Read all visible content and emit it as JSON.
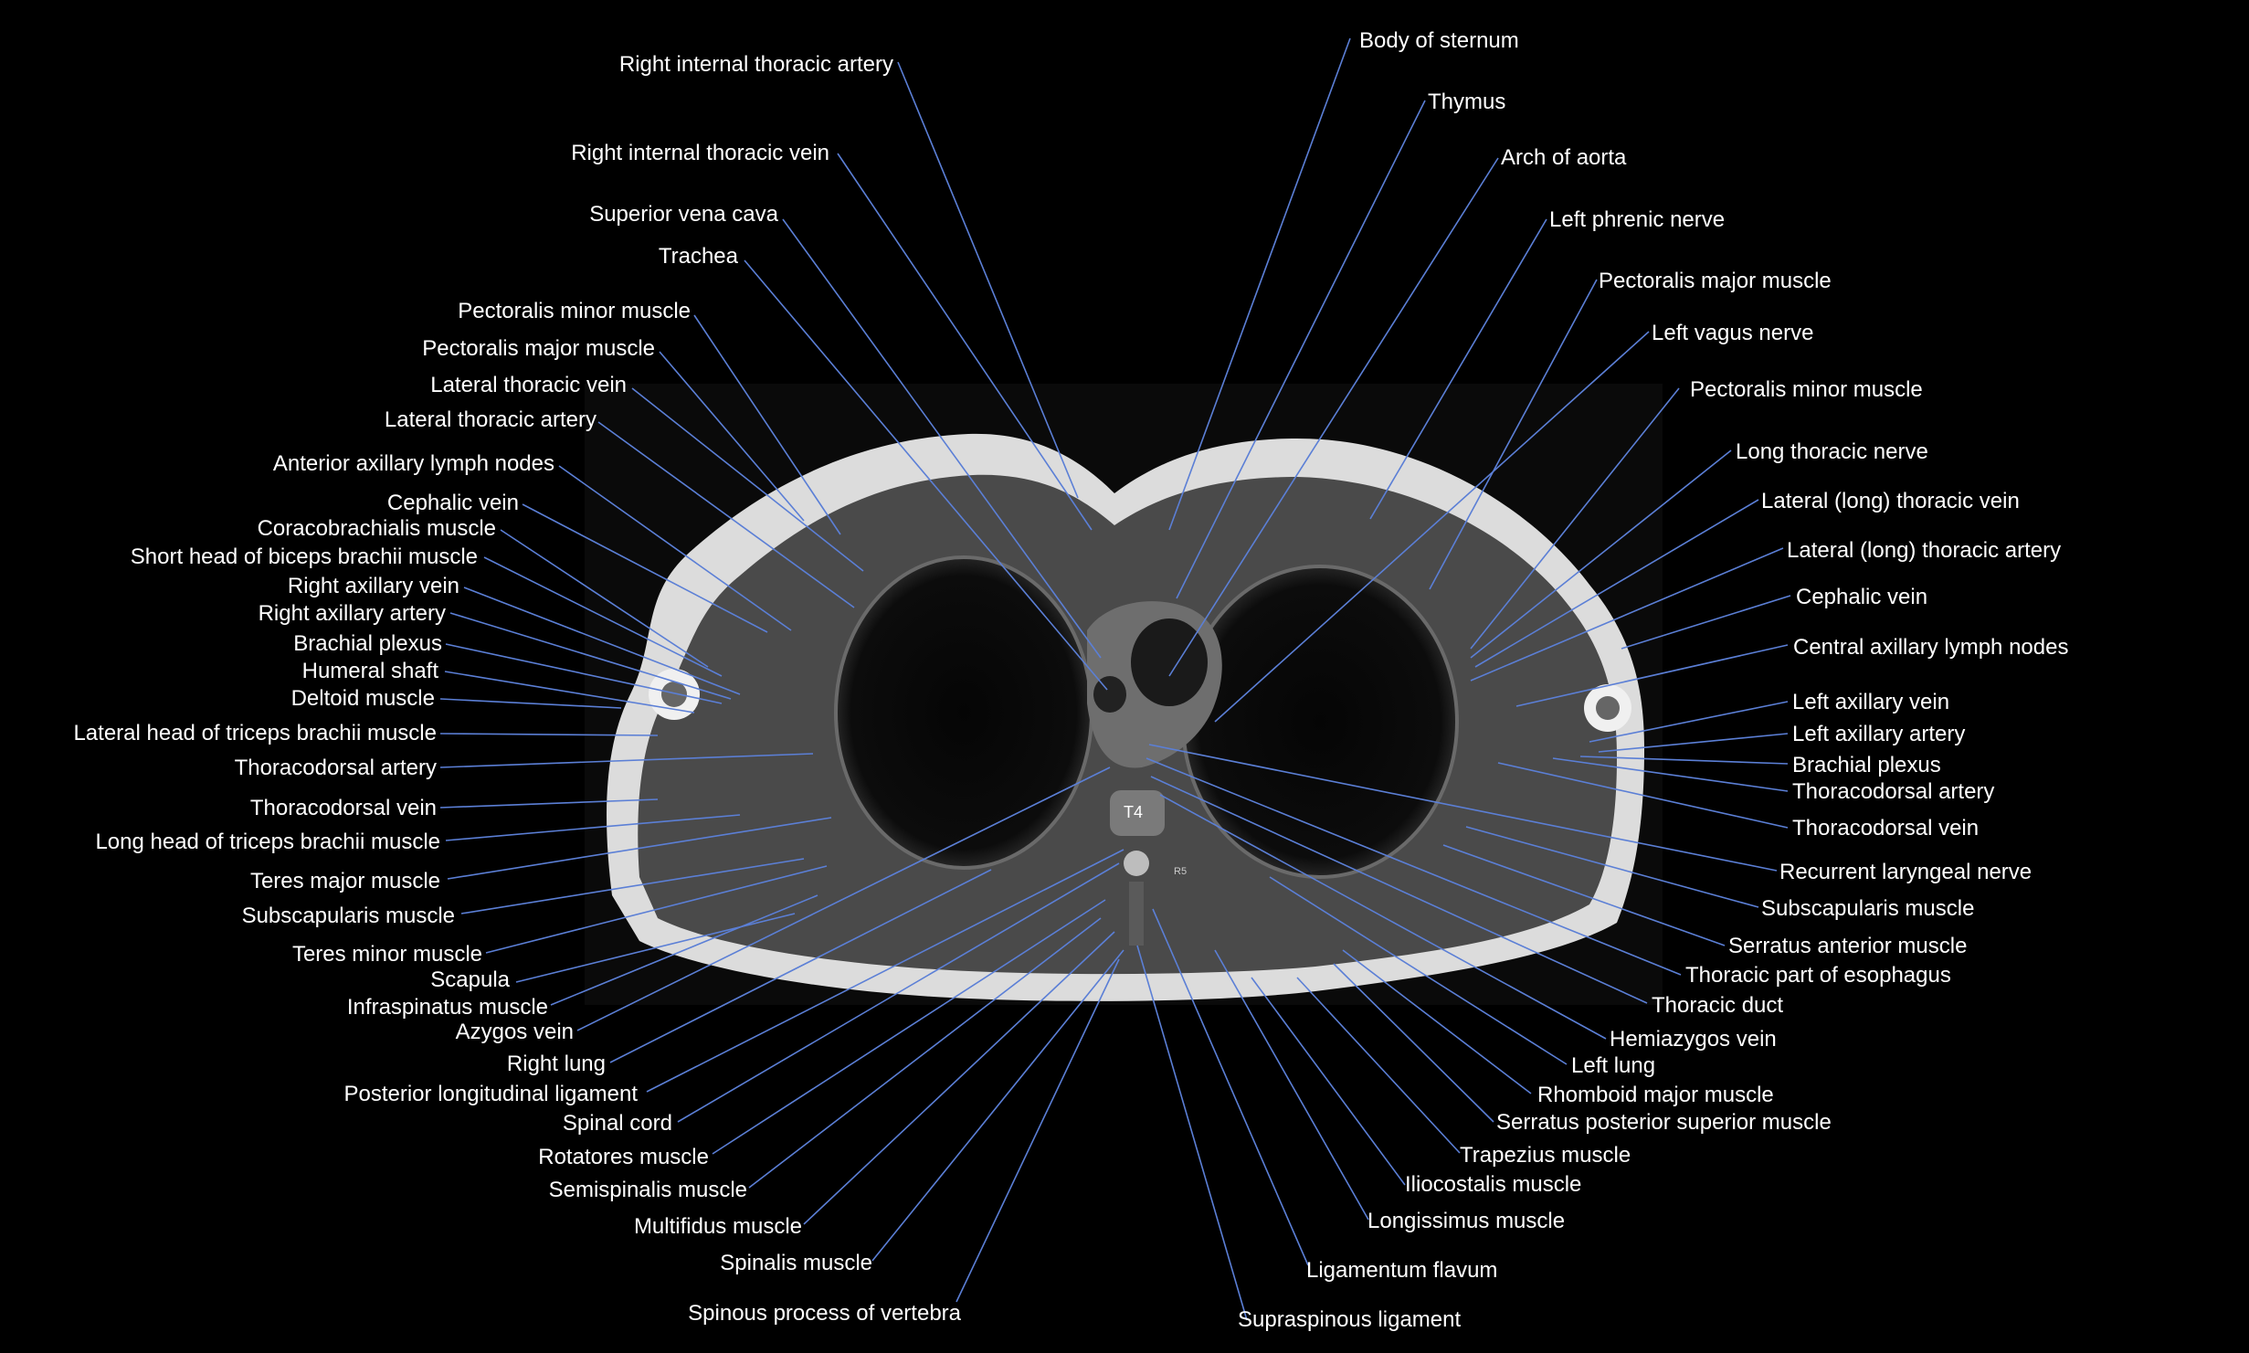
{
  "image": {
    "vertebra_label": "T4",
    "rib_label": "R5"
  },
  "left_labels": [
    "Right internal thoracic artery",
    "Right internal thoracic vein",
    "Superior vena cava",
    "Trachea",
    "Pectoralis minor muscle",
    "Pectoralis major muscle",
    "Lateral thoracic vein",
    "Lateral thoracic artery",
    "Anterior axillary lymph nodes",
    "Cephalic vein",
    "Coracobrachialis muscle",
    "Short head of biceps brachii muscle",
    "Right axillary vein",
    "Right axillary artery",
    "Brachial plexus",
    "Humeral shaft",
    "Deltoid muscle",
    "Lateral head of triceps brachii muscle",
    "Thoracodorsal artery",
    "Thoracodorsal vein",
    "Long head of triceps brachii muscle",
    "Teres major muscle",
    "Subscapularis muscle",
    "Teres minor muscle",
    "Scapula",
    "Infraspinatus muscle",
    "Azygos vein",
    "Right lung",
    "Posterior longitudinal ligament",
    "Spinal cord",
    "Rotatores muscle",
    "Semispinalis muscle",
    "Multifidus muscle",
    "Spinalis muscle",
    "Spinous process of vertebra"
  ],
  "right_labels": [
    "Body of sternum",
    "Thymus",
    "Arch of aorta",
    "Left phrenic nerve",
    "Pectoralis major muscle",
    "Left vagus nerve",
    "Pectoralis minor muscle",
    "Long thoracic nerve",
    "Lateral (long) thoracic vein",
    "Lateral (long) thoracic artery",
    "Cephalic vein",
    "Central axillary lymph nodes",
    "Left axillary vein",
    "Left axillary artery",
    "Brachial plexus",
    "Thoracodorsal artery",
    "Thoracodorsal vein",
    "Recurrent laryngeal nerve",
    "Subscapularis muscle",
    "Serratus anterior muscle",
    "Thoracic part of esophagus",
    "Thoracic duct",
    "Hemiazygos vein",
    "Left lung",
    "Rhomboid major muscle",
    "Serratus posterior superior muscle",
    "Trapezius muscle",
    "Iliocostalis muscle",
    "Longissimus muscle",
    "Ligamentum flavum",
    "Supraspinous ligament"
  ]
}
